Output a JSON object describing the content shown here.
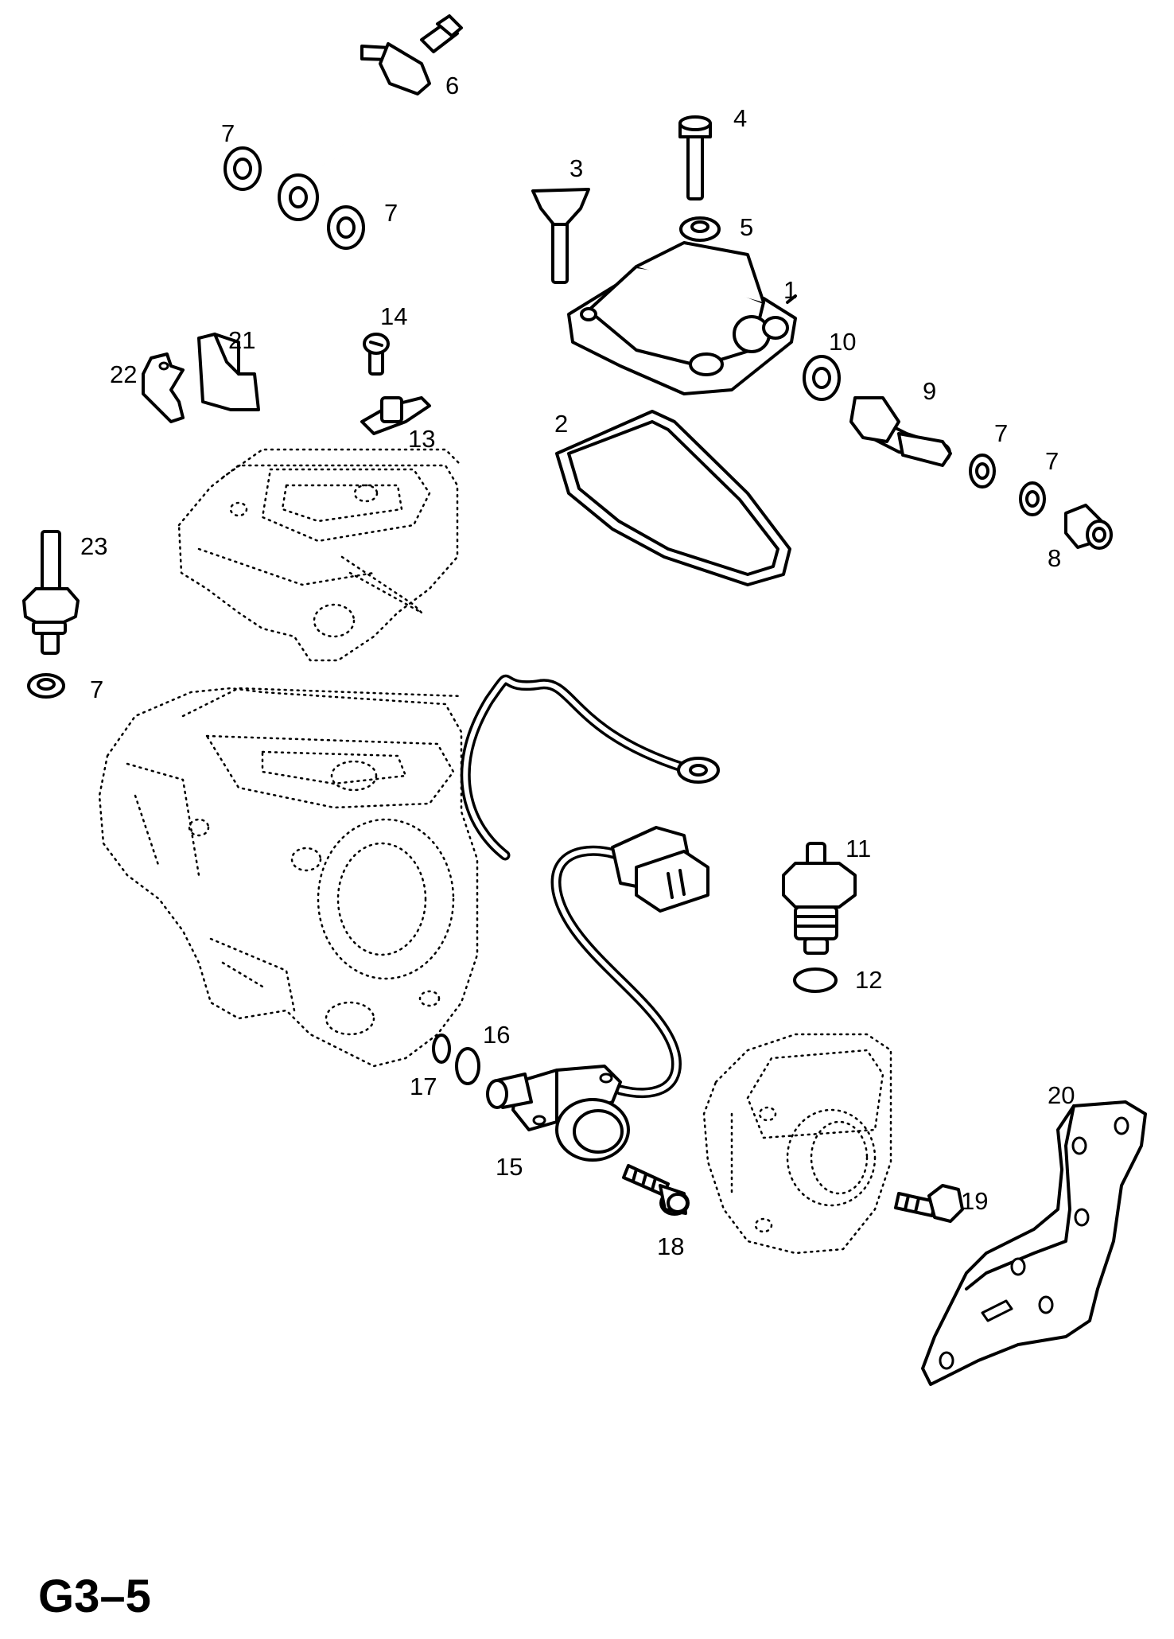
{
  "page_label": "G3–5",
  "callouts": [
    {
      "id": "c1",
      "text": "1"
    },
    {
      "id": "c2",
      "text": "2"
    },
    {
      "id": "c3",
      "text": "3"
    },
    {
      "id": "c4",
      "text": "4"
    },
    {
      "id": "c5",
      "text": "5"
    },
    {
      "id": "c6",
      "text": "6"
    },
    {
      "id": "c7a",
      "text": "7"
    },
    {
      "id": "c7b",
      "text": "7"
    },
    {
      "id": "c7c",
      "text": "7"
    },
    {
      "id": "c7d",
      "text": "7"
    },
    {
      "id": "c7e",
      "text": "7"
    },
    {
      "id": "c8",
      "text": "8"
    },
    {
      "id": "c9",
      "text": "9"
    },
    {
      "id": "c10",
      "text": "10"
    },
    {
      "id": "c11",
      "text": "11"
    },
    {
      "id": "c12",
      "text": "12"
    },
    {
      "id": "c13",
      "text": "13"
    },
    {
      "id": "c14",
      "text": "14"
    },
    {
      "id": "c15",
      "text": "15"
    },
    {
      "id": "c16",
      "text": "16"
    },
    {
      "id": "c17",
      "text": "17"
    },
    {
      "id": "c18",
      "text": "18"
    },
    {
      "id": "c19",
      "text": "19"
    },
    {
      "id": "c20",
      "text": "20"
    },
    {
      "id": "c21",
      "text": "21"
    },
    {
      "id": "c22",
      "text": "22"
    },
    {
      "id": "c23",
      "text": "23"
    }
  ]
}
